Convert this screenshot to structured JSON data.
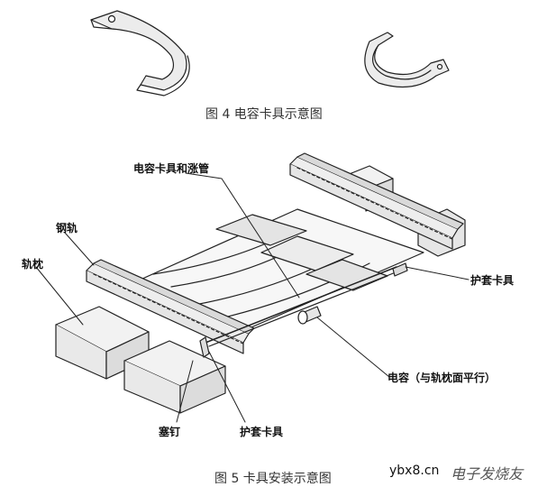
{
  "figure4": {
    "caption": "图 4 电容卡具示意图"
  },
  "figure5": {
    "caption": "图 5 卡具安装示意图",
    "labels": {
      "clamp_and_tube": "电容卡具和涨管",
      "rail": "钢轨",
      "sleeper": "轨枕",
      "sheath_clamp_right": "护套卡具",
      "capacitor": "电容（与轨枕面平行）",
      "nail": "塞钉",
      "sheath_clamp_bottom": "护套卡具"
    }
  },
  "watermark": {
    "site": "ybx8.cn",
    "brand": "电子发烧友"
  }
}
